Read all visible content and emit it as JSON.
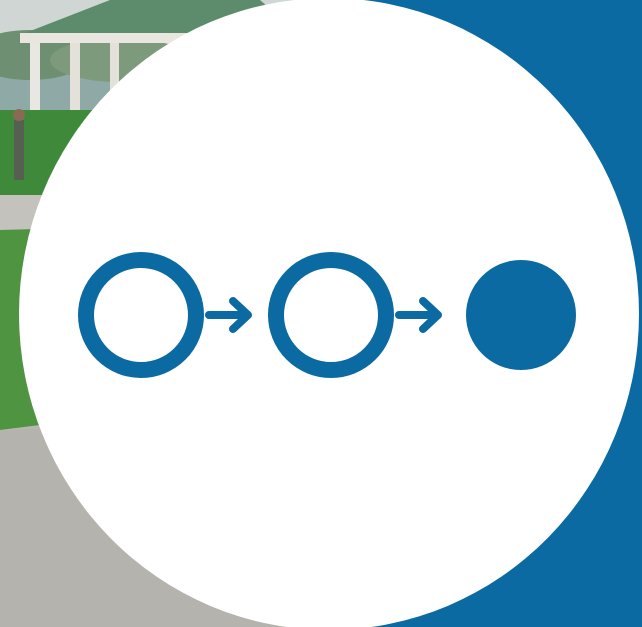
{
  "colors": {
    "accent": "#0a6aa1",
    "disc": "#ffffff",
    "grass": "#3f8a3a",
    "pavement": "#b5b3ae",
    "roof": "#5d8c6c"
  },
  "icons": [
    "open-circle-icon",
    "arrow-right-icon",
    "open-circle-icon",
    "arrow-right-icon",
    "filled-circle-icon"
  ],
  "diagram": {
    "steps": [
      {
        "state": "open"
      },
      {
        "state": "open"
      },
      {
        "state": "filled"
      }
    ]
  }
}
